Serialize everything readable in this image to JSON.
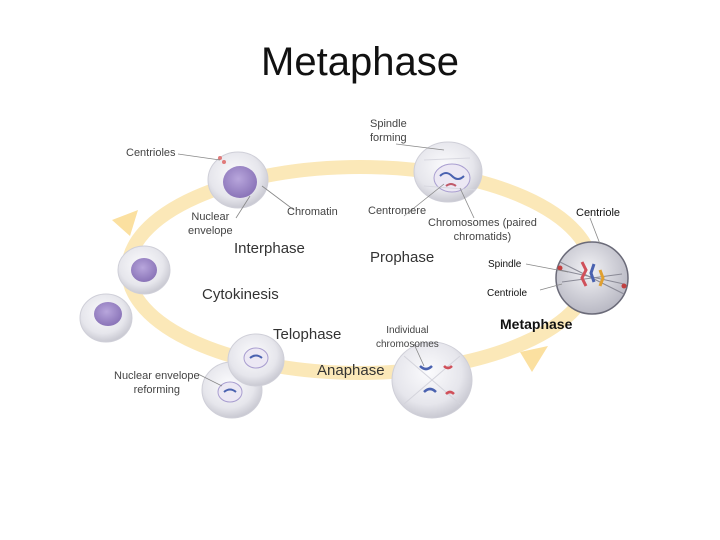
{
  "title": "Metaphase",
  "phases": {
    "interphase": "Interphase",
    "prophase": "Prophase",
    "metaphase": "Metaphase",
    "anaphase": "Anaphase",
    "telophase": "Telophase",
    "cytokinesis": "Cytokinesis"
  },
  "labels": {
    "centrioles": "Centrioles",
    "nuclear_envelope_line1": "Nuclear",
    "nuclear_envelope_line2": "envelope",
    "chromatin": "Chromatin",
    "spindle_forming_line1": "Spindle",
    "spindle_forming_line2": "forming",
    "centromere": "Centromere",
    "chromosomes_line1": "Chromosomes (paired",
    "chromosomes_line2": "chromatids)",
    "centriole_top": "Centriole",
    "spindle": "Spindle",
    "centriole_bottom": "Centriole",
    "individual_line1": "Individual",
    "individual_line2": "chromosomes",
    "nuclear_reforming_line1": "Nuclear envelope",
    "nuclear_reforming_line2": "reforming"
  },
  "colors": {
    "cycle_arrow": "#fbe8b8",
    "nucleus": "#9a86c4",
    "cell": "#e9e9ef",
    "highlight_cell_border": "#6a6a78"
  }
}
